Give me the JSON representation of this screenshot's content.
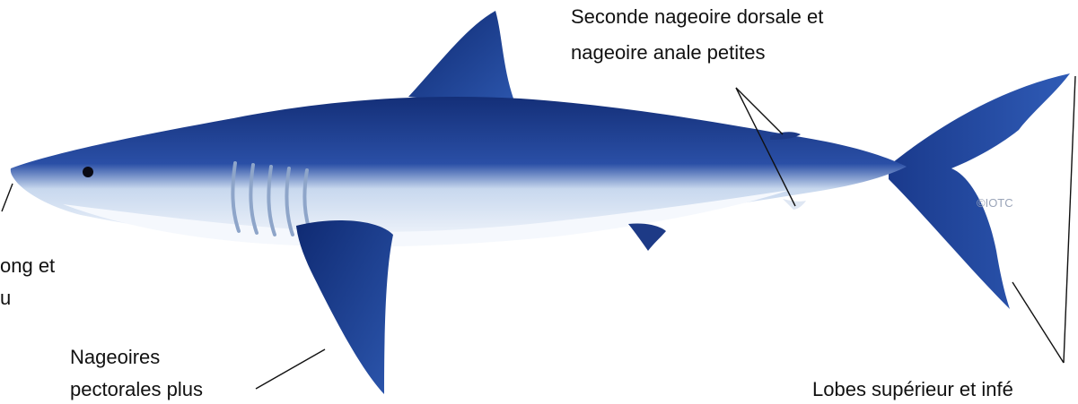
{
  "labels": {
    "dorsal_line1": "Seconde  nageoire  dorsale  et",
    "dorsal_line2": "nageoire anale petites",
    "snout_line1": "ong  et",
    "snout_line2": "u",
    "pectoral_line1": "Nageoires",
    "pectoral_line2": "pectorales plus",
    "caudal_line1": "Lobes supérieur et infé"
  },
  "credit": "©IOTC",
  "colors": {
    "body_dark": "#1d3a86",
    "body_mid": "#3f63b4",
    "belly": "#f3f6fb",
    "flank": "#b8cbe6",
    "line": "#111111"
  }
}
